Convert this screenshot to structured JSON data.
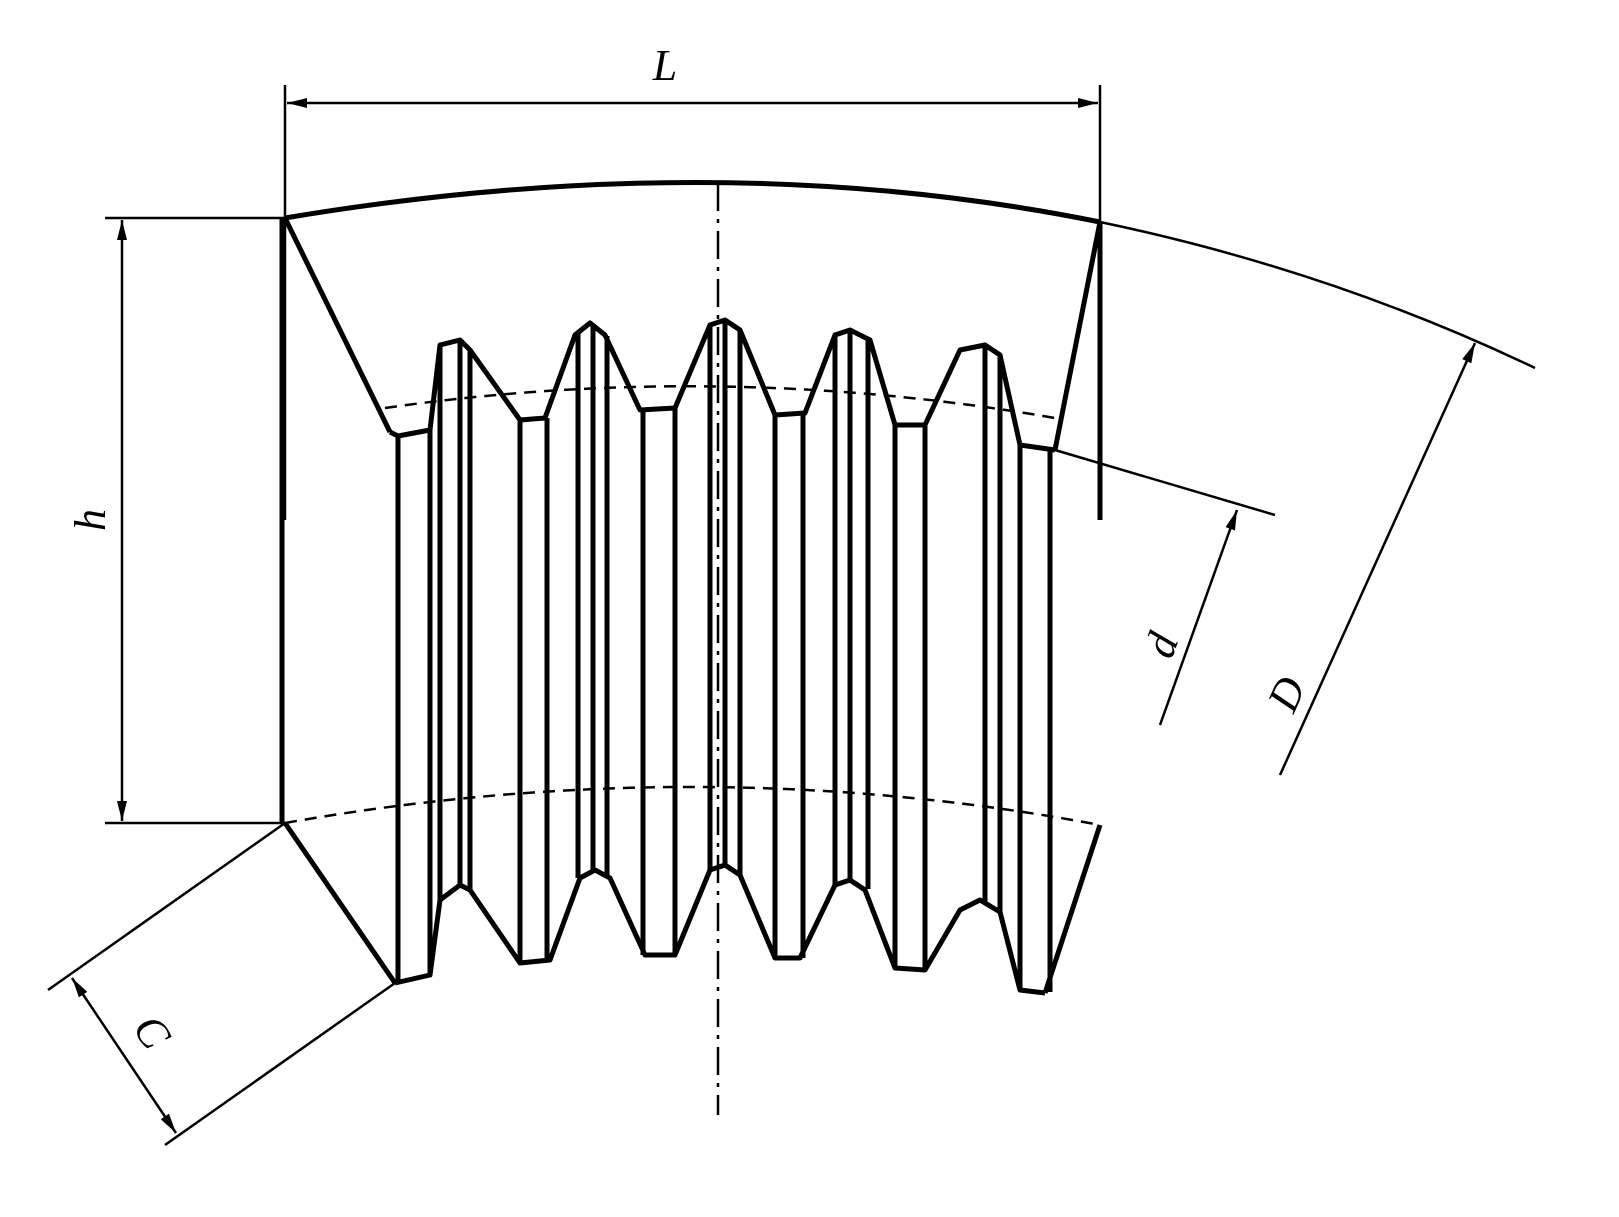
{
  "labels": {
    "length": "L",
    "height": "h",
    "cone_offset": "C",
    "inner_diameter": "d",
    "outer_diameter": "D"
  },
  "colors": {
    "line": "#000000",
    "background": "#ffffff"
  }
}
